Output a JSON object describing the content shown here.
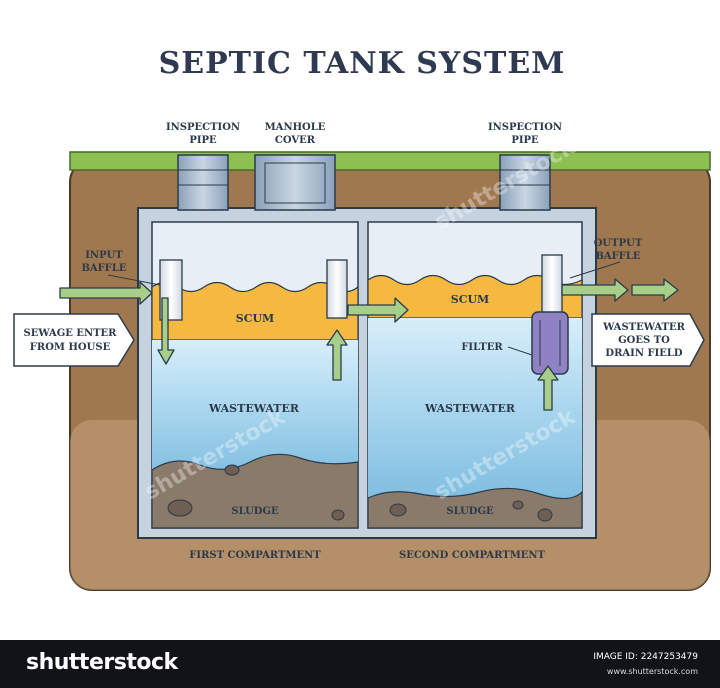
{
  "title": "SEPTIC TANK SYSTEM",
  "labels": {
    "inspection_pipe_left": [
      "INSPECTION",
      "PIPE"
    ],
    "manhole_cover": [
      "MANHOLE",
      "COVER"
    ],
    "inspection_pipe_right": [
      "INSPECTION",
      "PIPE"
    ],
    "input_baffle": [
      "INPUT",
      "BAFFLE"
    ],
    "output_baffle": [
      "OUTPUT",
      "BAFFLE"
    ],
    "sewage_enter": [
      "SEWAGE ENTER",
      "FROM HOUSE"
    ],
    "wastewater_out": [
      "WASTEWATER",
      "GOES TO",
      "DRAIN FIELD"
    ],
    "scum_left": "SCUM",
    "scum_right": "SCUM",
    "wastewater_left": "WASTEWATER",
    "wastewater_right": "WASTEWATER",
    "sludge_left": "SLUDGE",
    "sludge_right": "SLUDGE",
    "filter": "FILTER",
    "first_compartment": "FIRST COMPARTMENT",
    "second_compartment": "SECOND COMPARTMENT"
  },
  "watermark": "shutterstock",
  "footer": {
    "brand": "shutterstock",
    "image_id": "IMAGE ID: 2247253479",
    "site": "www.shutterstock.com"
  },
  "colors": {
    "grass": "#8cc152",
    "soil": "#a07850",
    "scum": "#f5b942",
    "water": "#a9d6ee",
    "sludge": "#8a7a6a",
    "arrow": "#a8cf8a",
    "filter": "#8e82c4"
  }
}
